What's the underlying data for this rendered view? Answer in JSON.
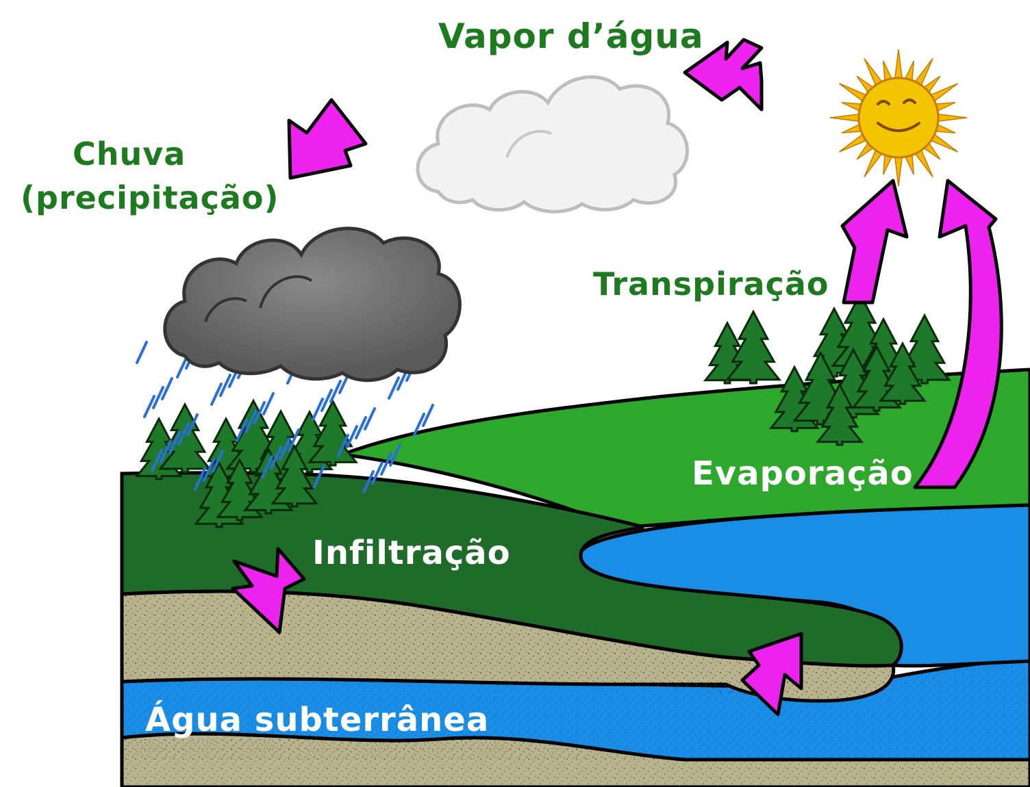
{
  "labels": {
    "vapor": "Vapor d’água",
    "chuva": "Chuva",
    "precipitacao": "(precipitação)",
    "transpiracao": "Transpiração",
    "evaporacao": "Evaporação",
    "infiltracao": "Infiltração",
    "agua_subterranea": "Água subterrânea"
  },
  "colors": {
    "label_green": "#1e7a1e",
    "label_white": "#ffffff",
    "arrow": "#ee22ee",
    "water": "#1a8ee6",
    "grass_light": "#2da82d",
    "grass_dark": "#1f6b2a",
    "soil": "#b8b38c",
    "rain_cloud": "#707070",
    "cloud": "#f2f2f2",
    "sun": "#f5b800"
  },
  "icons": {
    "sun": "smiling-sun-icon",
    "cloud": "white-cloud-icon",
    "rain_cloud": "rain-cloud-icon",
    "tree": "pine-tree-icon",
    "arrow": "cycle-arrow-icon"
  }
}
